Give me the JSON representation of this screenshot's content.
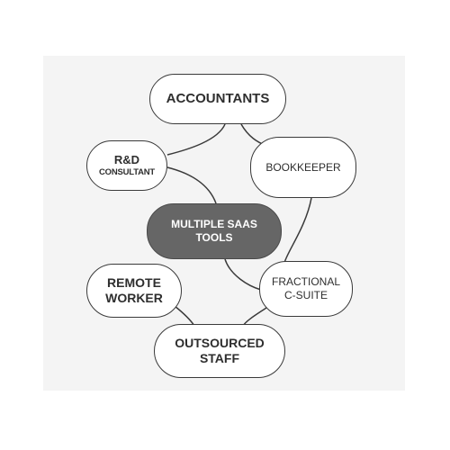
{
  "diagram": {
    "center": {
      "lines": [
        "MULTIPLE SAAS",
        "TOOLS"
      ]
    },
    "nodes": {
      "accountants": {
        "lines": [
          "ACCOUNTANTS"
        ]
      },
      "rd_consultant": {
        "lines": [
          "R&D",
          "CONSULTANT"
        ]
      },
      "bookkeeper": {
        "lines": [
          "BOOKKEEPER"
        ]
      },
      "remote_worker": {
        "lines": [
          "REMOTE",
          "WORKER"
        ]
      },
      "fractional_csuite": {
        "lines": [
          "FRACTIONAL",
          "C-SUITE"
        ]
      },
      "outsourced_staff": {
        "lines": [
          "OUTSOURCED",
          "STAFF"
        ]
      }
    },
    "colors": {
      "center_fill": "#666666",
      "node_fill": "#ffffff",
      "outline": "#3a3a3a",
      "background_panel": "#f4f4f4"
    }
  }
}
